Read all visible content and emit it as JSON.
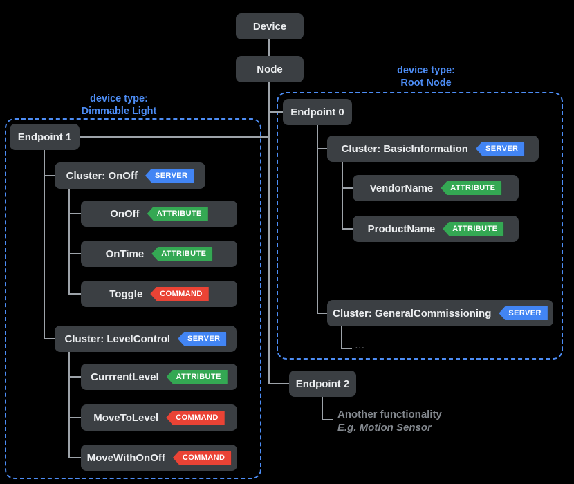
{
  "nodes": {
    "device": {
      "label": "Device"
    },
    "node": {
      "label": "Node"
    },
    "endpoint0": {
      "label": "Endpoint 0"
    },
    "endpoint1": {
      "label": "Endpoint 1"
    },
    "endpoint2": {
      "label": "Endpoint 2"
    },
    "basic_information": {
      "label": "Cluster: BasicInformation",
      "badge": "SERVER"
    },
    "vendor_name": {
      "label": "VendorName",
      "badge": "ATTRIBUTE"
    },
    "product_name": {
      "label": "ProductName",
      "badge": "ATTRIBUTE"
    },
    "general_commissioning": {
      "label": "Cluster: GeneralCommissioning",
      "badge": "SERVER"
    },
    "onoff_cluster": {
      "label": "Cluster: OnOff",
      "badge": "SERVER"
    },
    "onoff_attr": {
      "label": "OnOff",
      "badge": "ATTRIBUTE"
    },
    "ontime_attr": {
      "label": "OnTime",
      "badge": "ATTRIBUTE"
    },
    "toggle_cmd": {
      "label": "Toggle",
      "badge": "COMMAND"
    },
    "level_control": {
      "label": "Cluster: LevelControl",
      "badge": "SERVER"
    },
    "currrent_level": {
      "label": "CurrrentLevel",
      "badge": "ATTRIBUTE"
    },
    "move_to_level": {
      "label": "MoveToLevel",
      "badge": "COMMAND"
    },
    "move_with_onoff": {
      "label": "MoveWithOnOff",
      "badge": "COMMAND"
    }
  },
  "groups": {
    "dimmable": {
      "caption": "device type:",
      "name": "Dimmable Light"
    },
    "root_node": {
      "caption": "device type:",
      "name": "Root Node"
    }
  },
  "annotations": {
    "commissioning_ellipsis": "...",
    "endpoint2_line1": "Another functionality",
    "endpoint2_line2": "E.g. Motion Sensor"
  },
  "colors": {
    "background": "#000000",
    "box_fill": "#3b3f43",
    "box_text": "#eceef0",
    "accent_blue": "#4d8df5",
    "server_badge": "#4285f4",
    "attribute_badge": "#34a853",
    "command_badge": "#ea4335",
    "connector_gray": "#9da3a9",
    "note_gray": "#83888e"
  }
}
